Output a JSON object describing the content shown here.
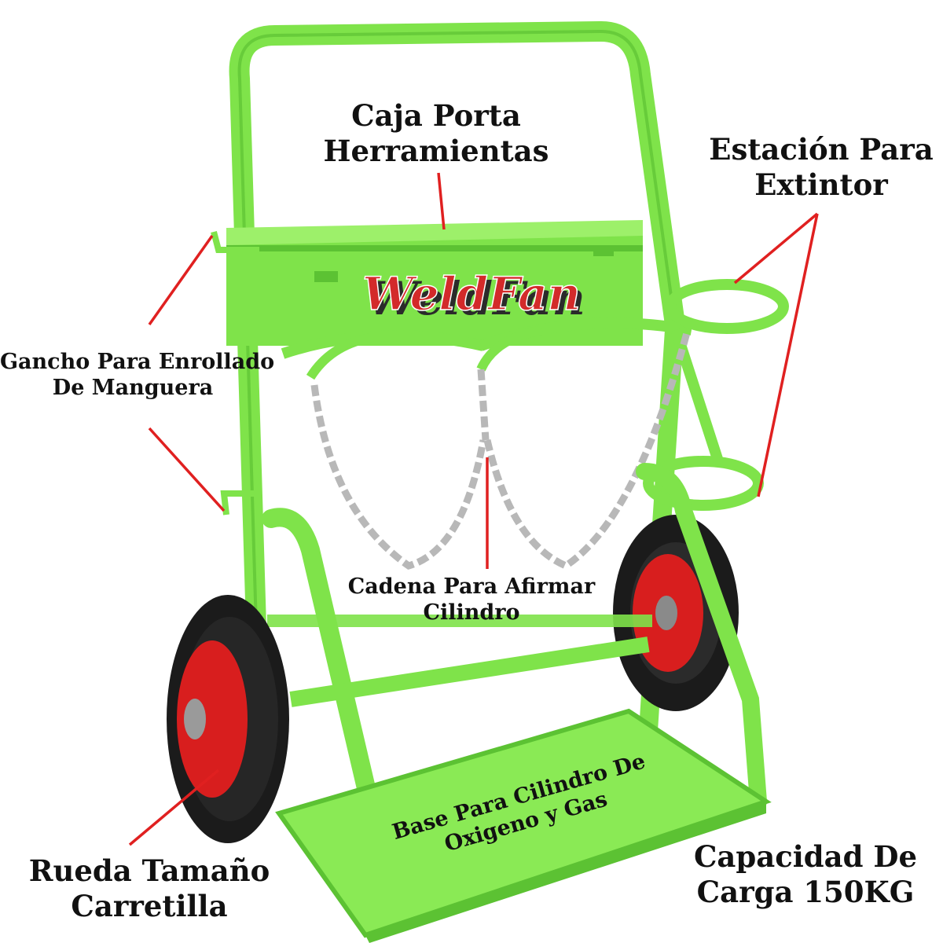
{
  "brand": {
    "logo_text": "WeldFan",
    "logo_fill": "#d32a2a",
    "logo_shadow": "#2b2b2b"
  },
  "colors": {
    "frame_green": "#7fe34a",
    "frame_shade": "#4fb52a",
    "tire": "#1b1b1b",
    "rim": "#d81e1e",
    "chain": "#b8b8b8",
    "pointer_line": "#e02020",
    "label_text": "#111111"
  },
  "labels": {
    "caja": {
      "line1": "Caja Porta",
      "line2": "Herramientas"
    },
    "estacion": {
      "line1": "Estación Para",
      "line2": "Extintor"
    },
    "gancho": {
      "line1": "Gancho Para Enrollado",
      "line2": "De Manguera"
    },
    "cadena": {
      "line1": "Cadena Para Afirmar",
      "line2": "Cilindro"
    },
    "base": {
      "line1": "Base Para Cilindro  De",
      "line2": "Oxigeno y Gas"
    },
    "rueda": {
      "line1": "Rueda Tamaño",
      "line2": "Carretilla"
    },
    "capacidad": {
      "line1": "Capacidad De",
      "line2": "Carga 150KG"
    }
  }
}
